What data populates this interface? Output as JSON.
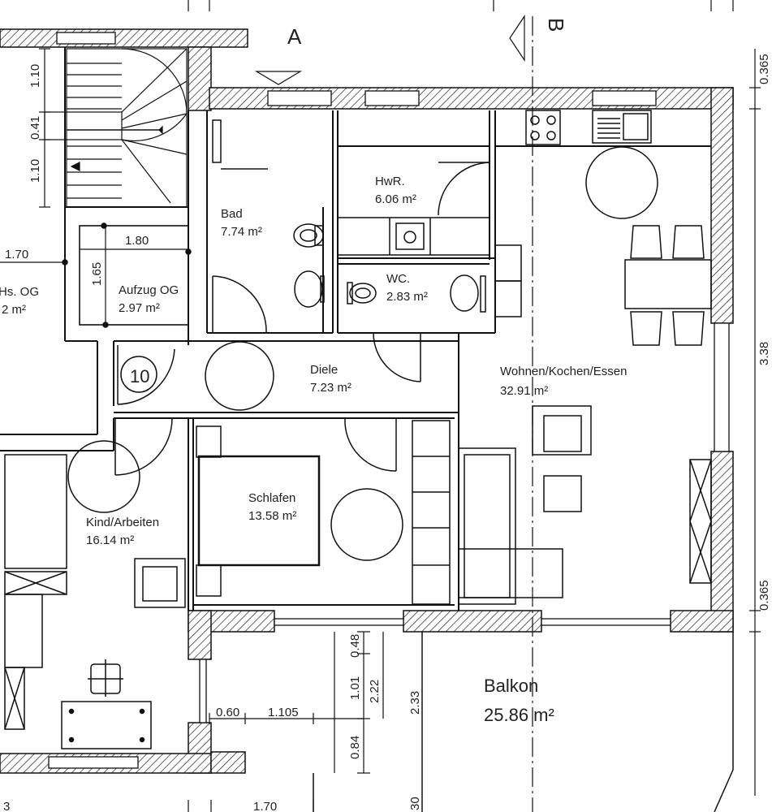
{
  "section_markers": {
    "a": "A",
    "b": "B"
  },
  "rooms": {
    "bad": {
      "name": "Bad",
      "area": "7.74 m²"
    },
    "hwr": {
      "name": "HwR.",
      "area": "6.06 m²"
    },
    "wc": {
      "name": "WC.",
      "area": "2.83 m²"
    },
    "aufzug": {
      "name": "Aufzug OG",
      "area": "2.97 m²"
    },
    "treppenhaus": {
      "name": "Hs. OG",
      "area": "2 m²"
    },
    "diele": {
      "name": "Diele",
      "area": "7.23 m²"
    },
    "wohnen": {
      "name": "Wohnen/Kochen/Essen",
      "area": "32.91 m²"
    },
    "schlafen": {
      "name": "Schlafen",
      "area": "13.58 m²"
    },
    "kind": {
      "name": "Kind/Arbeiten",
      "area": "16.14 m²"
    },
    "balkon": {
      "name": "Balkon",
      "area": "25.86 m²"
    }
  },
  "stair_number": "10",
  "dimensions": {
    "stair_top": "1.10",
    "stair_mid": "0.41",
    "stair_bottom": "1.10",
    "left_edge": "1.70",
    "elevator_width": "1.80",
    "elevator_depth": "1.65",
    "balcony_048": "0.48",
    "balcony_101": "1.01",
    "balcony_222": "2.22",
    "balcony_233": "2.33",
    "balcony_084": "0.84",
    "balcony_060": "0.60",
    "balcony_1105": "1.105",
    "bottom_left": "3",
    "bottom_170": "1.70",
    "bottom_30": "30",
    "right_top": "0.365",
    "right_mid": "3.38",
    "right_low": "0.365"
  }
}
